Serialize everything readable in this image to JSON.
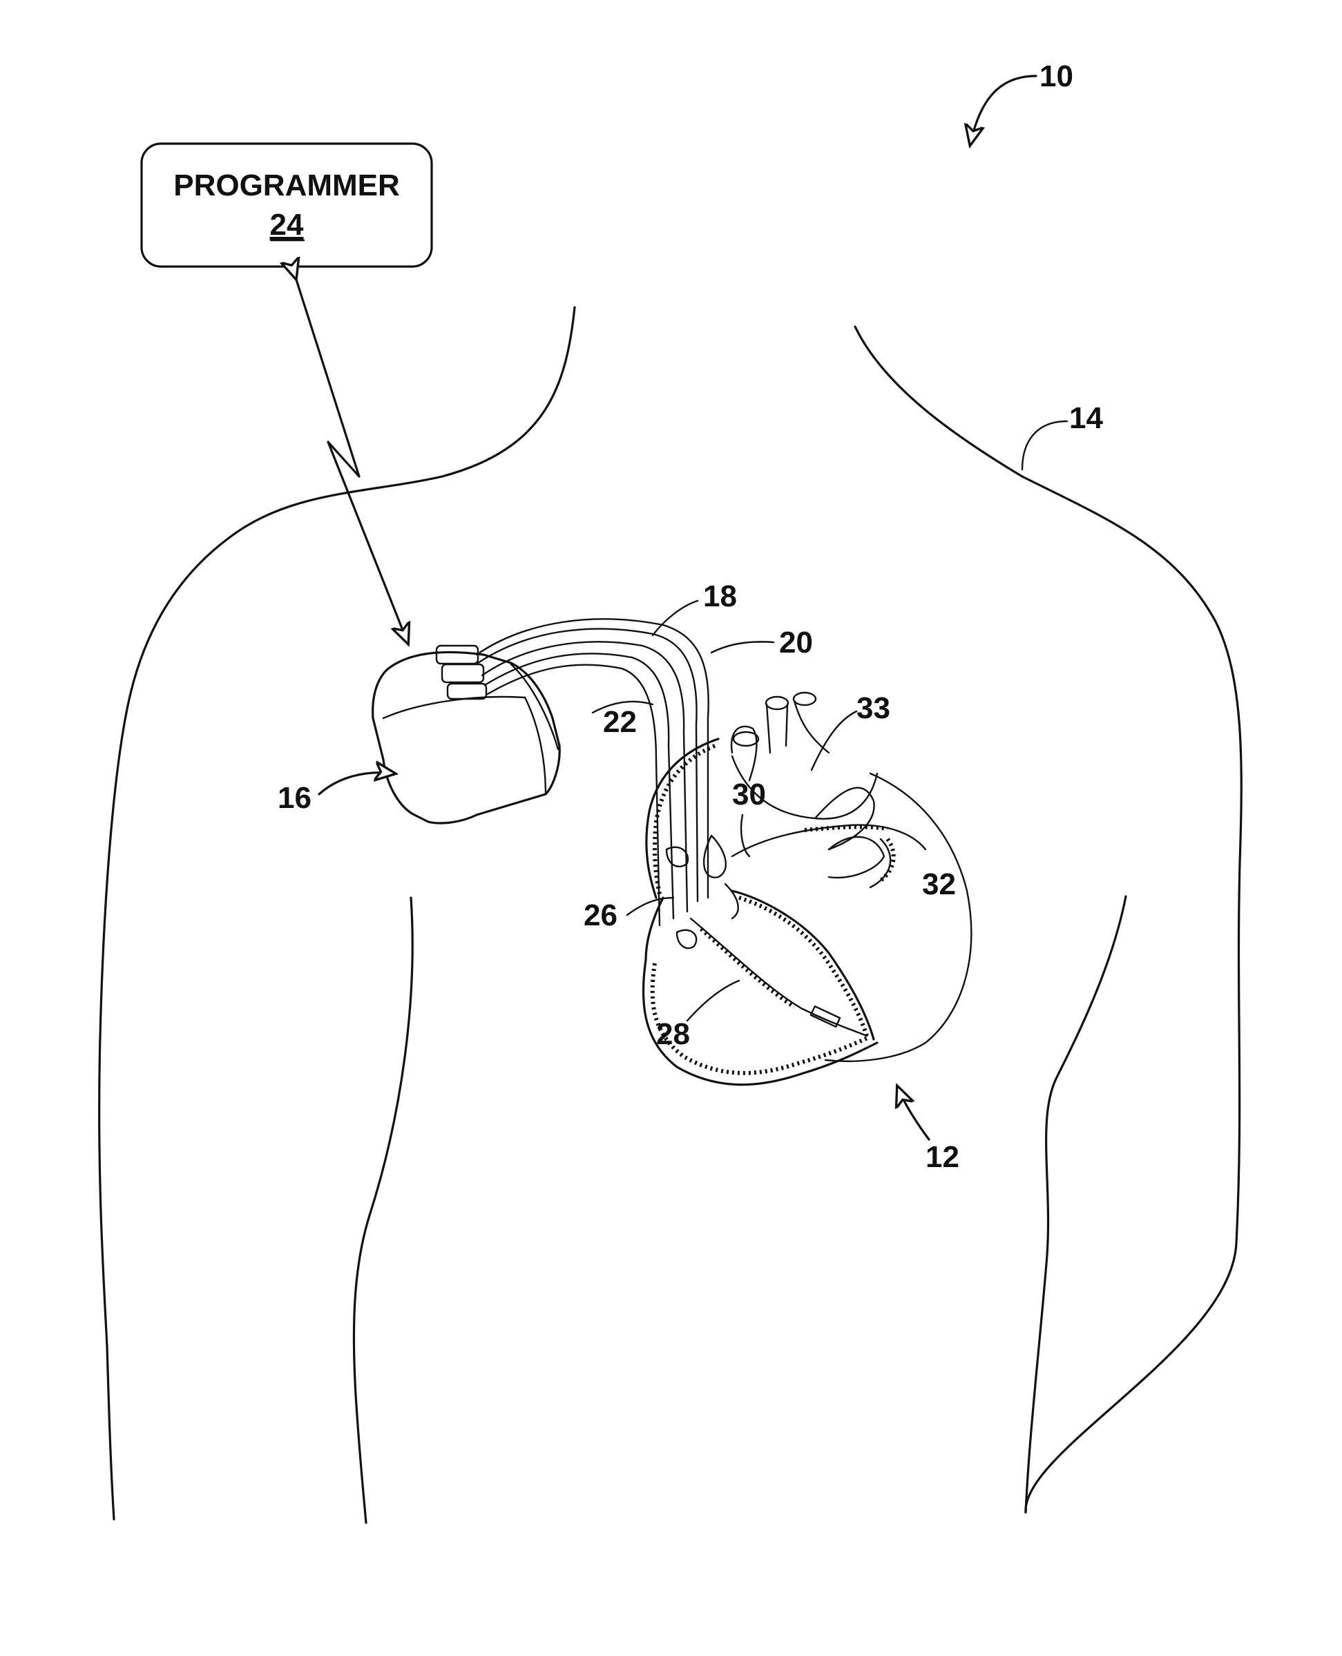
{
  "programmer": {
    "title": "PROGRAMMER",
    "number": "24"
  },
  "labels": {
    "system": "10",
    "body": "14",
    "device": "16",
    "lead_a": "18",
    "lead_b": "20",
    "lead_c": "22",
    "chamber_ra": "26",
    "chamber_rv": "28",
    "coronary_sinus": "30",
    "left_ventricle": "32",
    "left_atrium": "33",
    "heart": "12"
  },
  "colors": {
    "line": "#111111",
    "background": "#ffffff"
  }
}
